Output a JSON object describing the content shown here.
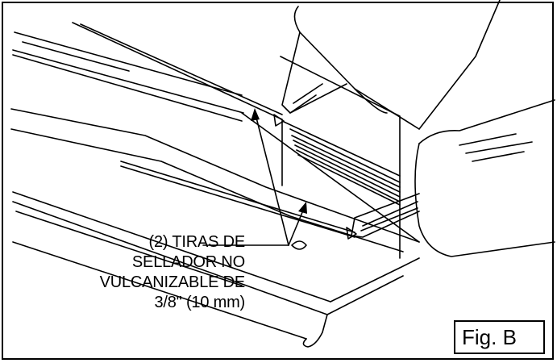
{
  "callout": {
    "lines": [
      "(2) TIRAS DE",
      "SELLADOR NO",
      "VULCANIZABLE DE",
      "3/8\" (10 mm)"
    ]
  },
  "figure": {
    "label": "Fig. B"
  },
  "colors": {
    "line": "#000000",
    "background": "#ffffff"
  }
}
